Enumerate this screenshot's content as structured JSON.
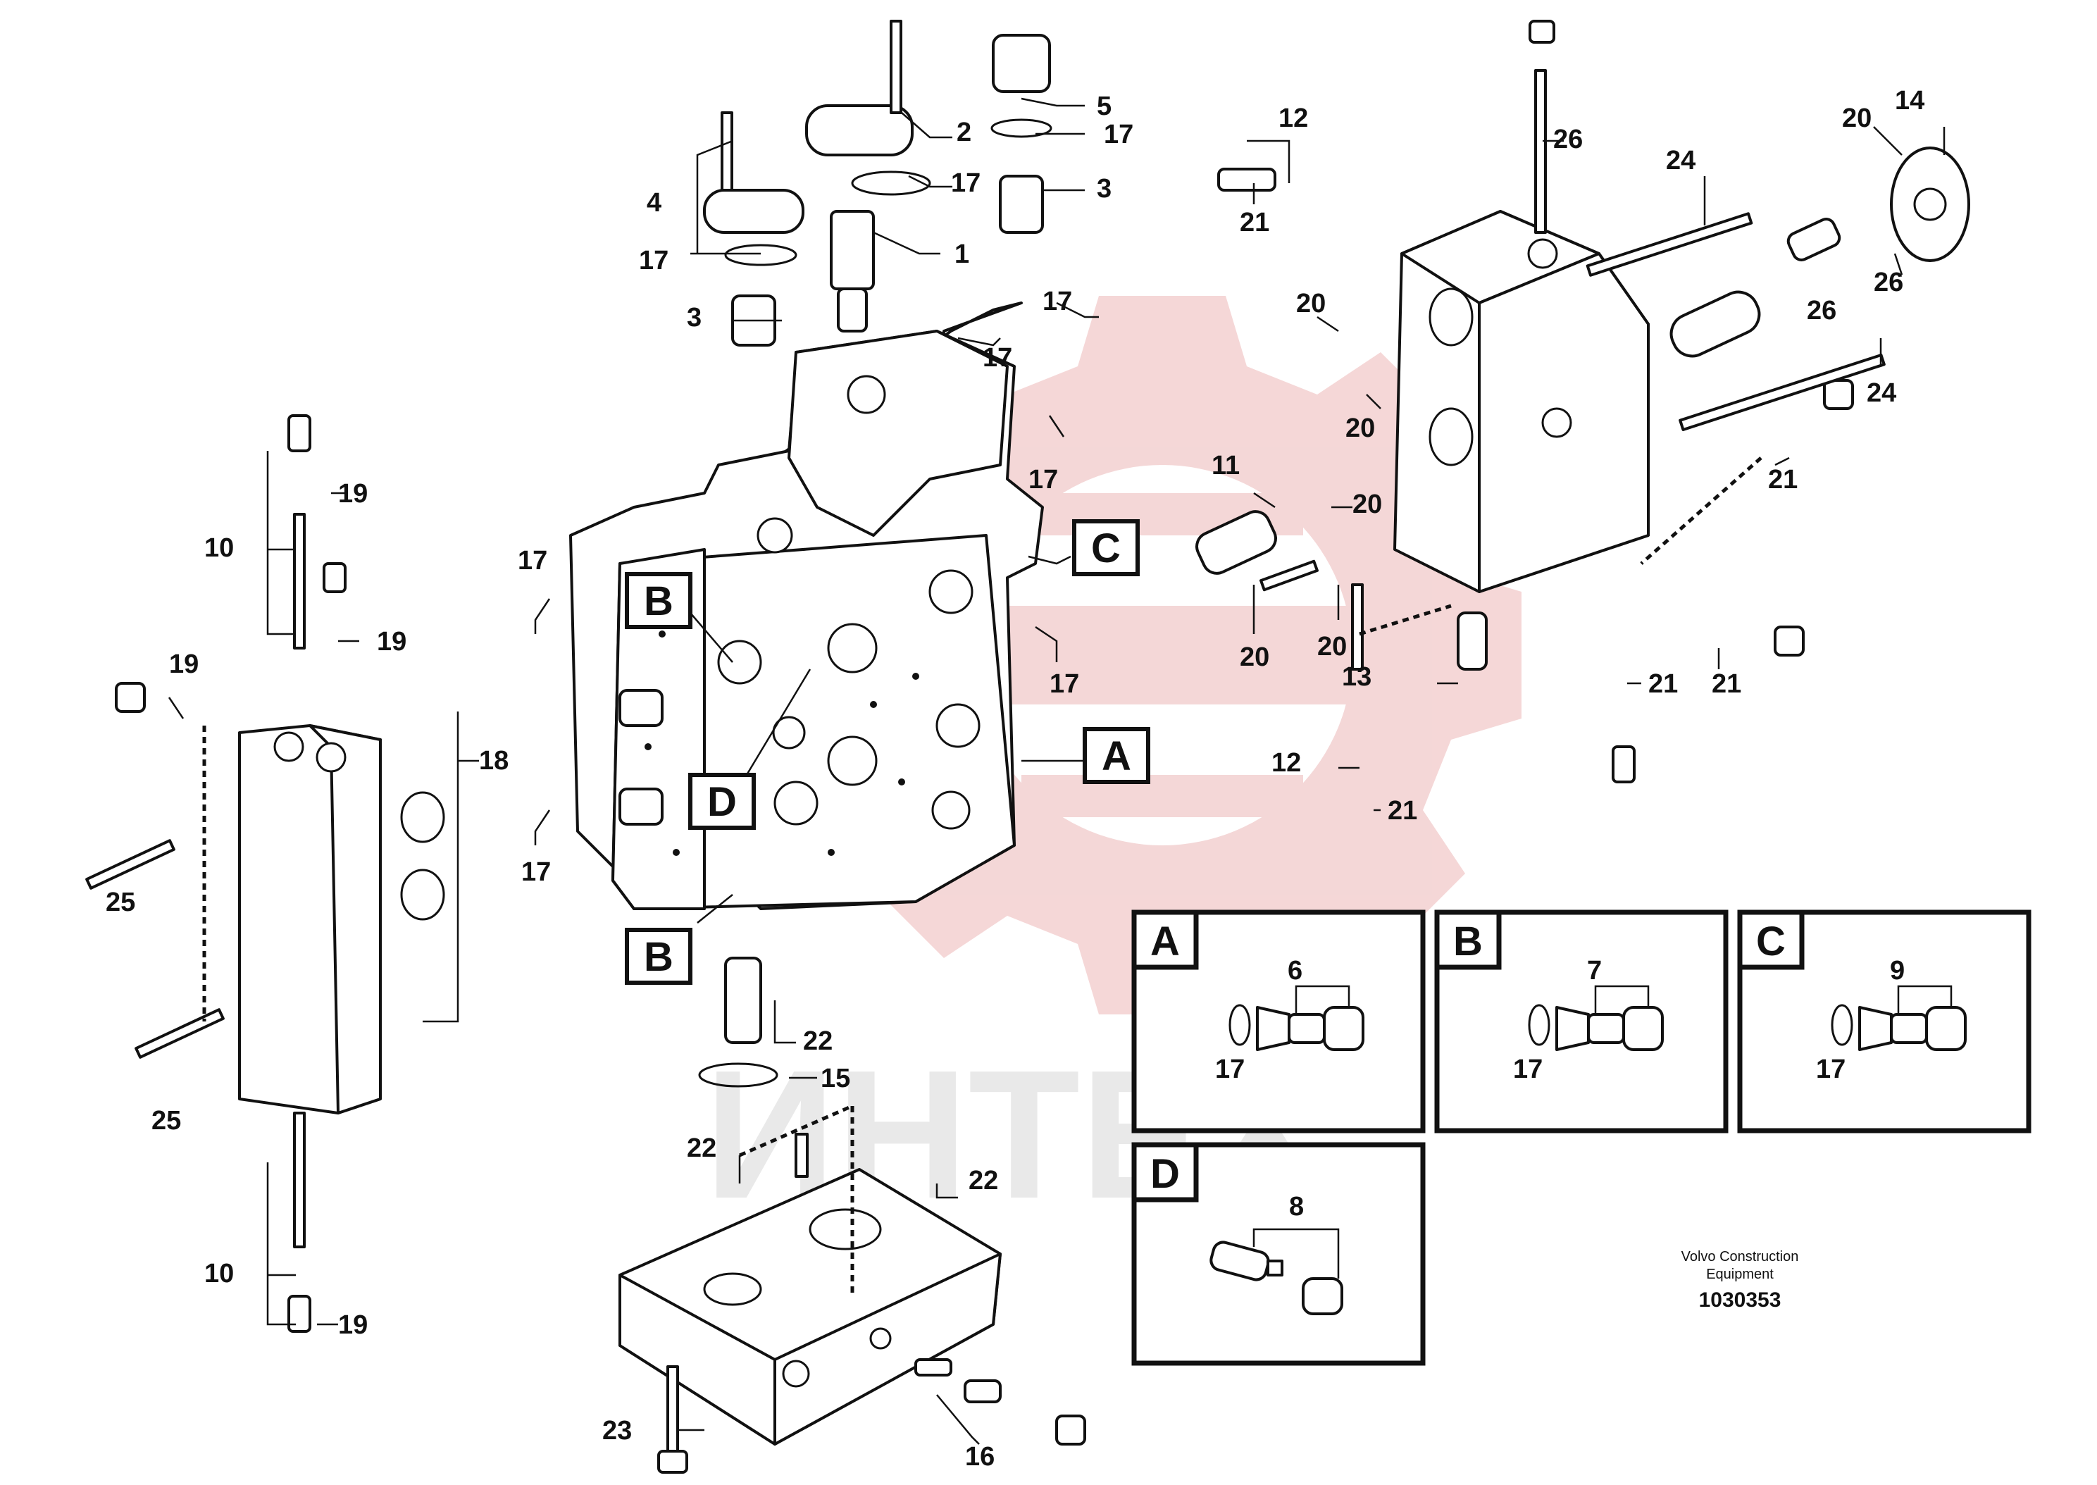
{
  "diagram": {
    "callouts": [
      "1",
      "2",
      "3",
      "4",
      "5",
      "6",
      "7",
      "8",
      "9",
      "10",
      "11",
      "12",
      "13",
      "14",
      "15",
      "16",
      "17",
      "18",
      "19",
      "20",
      "21",
      "22",
      "23",
      "24",
      "25",
      "26"
    ],
    "section_tags": [
      "A",
      "B",
      "C",
      "D"
    ],
    "watermark": "ИНТЕХ",
    "brand_line1": "Volvo Construction",
    "brand_line2": "Equipment",
    "document_number": "1030353"
  },
  "colors": {
    "line": "#111111",
    "watermark_red": "#e8a7a7",
    "watermark_grey": "#e0e0e0",
    "background": "#ffffff"
  }
}
